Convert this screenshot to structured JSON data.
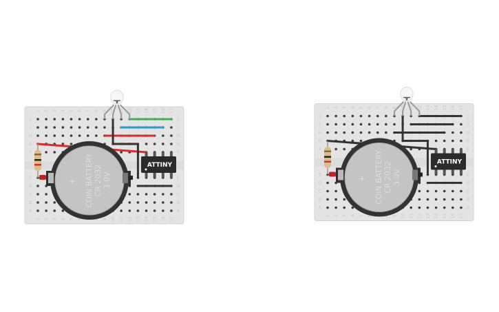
{
  "breadboard": {
    "columns": [
      "1",
      "2",
      "3",
      "4",
      "5",
      "6",
      "7",
      "8",
      "9",
      "10",
      "11",
      "12",
      "13",
      "14",
      "15",
      "16",
      "17"
    ],
    "rows_top": [
      "J",
      "I",
      "H",
      "G",
      "F"
    ],
    "rows_bottom": [
      "E",
      "D",
      "C",
      "B",
      "A"
    ],
    "board_color": "#e4e4e4",
    "hole_color": "#3a3a3a"
  },
  "components": {
    "battery": {
      "line1": "COIN BATTERY",
      "line2": "CR 2032",
      "line3": "3.0V",
      "plus": "+"
    },
    "chip": {
      "label": "ATTINY"
    }
  },
  "circuits": [
    {
      "name": "colored",
      "wires": {
        "green": "#3fb34f",
        "blue": "#2c9ad6",
        "red": "#e02a2a",
        "black": "#333333"
      }
    },
    {
      "name": "black",
      "wires": {
        "green": "#333333",
        "blue": "#333333",
        "red": "#333333",
        "black": "#333333"
      }
    }
  ]
}
